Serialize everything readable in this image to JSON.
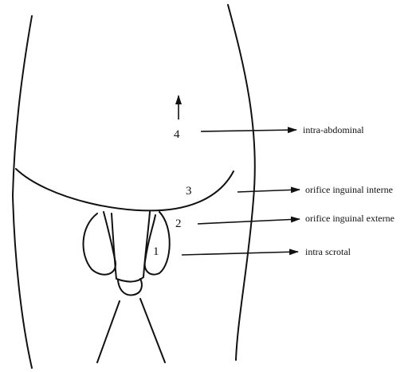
{
  "labels": [
    {
      "number": "4",
      "text": "intra-abdominal"
    },
    {
      "number": "3",
      "text": "orifice inguinal interne"
    },
    {
      "number": "2",
      "text": "orifice inguinal externe"
    },
    {
      "number": "1",
      "text": "intra scrotal"
    }
  ],
  "colors": {
    "ink": "#111111",
    "background": "#ffffff"
  }
}
